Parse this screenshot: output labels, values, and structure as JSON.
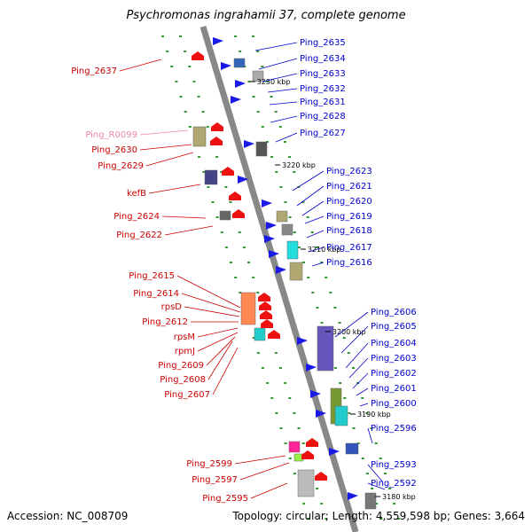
{
  "title": "Psychromonas ingrahamii 37, complete genome",
  "footer": {
    "accession": "Accession: NC_008709",
    "summary": "Topology: circular; Length: 4,559,598 bp; Genes: 3,664"
  },
  "colors": {
    "backbone": "#888888",
    "forward_label": "#0000cc",
    "reverse_label": "#cc0000",
    "rna_label": "#ee88aa",
    "gene_forward": "#1a1ae6",
    "gene_reverse": "#ee1111",
    "dot": "#339933"
  },
  "scale_ticks": [
    "3230 kbp",
    "3220 kbp",
    "3210 kbp",
    "3200 kbp",
    "3190 kbp",
    "3180 kbp"
  ],
  "right_genes": [
    "Ping_2635",
    "Ping_2634",
    "Ping_2633",
    "Ping_2632",
    "Ping_2631",
    "Ping_2628",
    "Ping_2627",
    "Ping_2623",
    "Ping_2621",
    "Ping_2620",
    "Ping_2619",
    "Ping_2618",
    "Ping_2617",
    "Ping_2616",
    "Ping_2606",
    "Ping_2605",
    "Ping_2604",
    "Ping_2603",
    "Ping_2602",
    "Ping_2601",
    "Ping_2600",
    "Ping_2596",
    "Ping_2593",
    "Ping_2592"
  ],
  "left_genes": [
    "Ping_2637",
    "Ping_R0099",
    "Ping_2630",
    "Ping_2629",
    "kefB",
    "Ping_2624",
    "Ping_2622",
    "Ping_2615",
    "Ping_2614",
    "rpsD",
    "Ping_2612",
    "rpsM",
    "rpmJ",
    "Ping_2609",
    "Ping_2608",
    "Ping_2607",
    "Ping_2599",
    "Ping_2597",
    "Ping_2595"
  ]
}
